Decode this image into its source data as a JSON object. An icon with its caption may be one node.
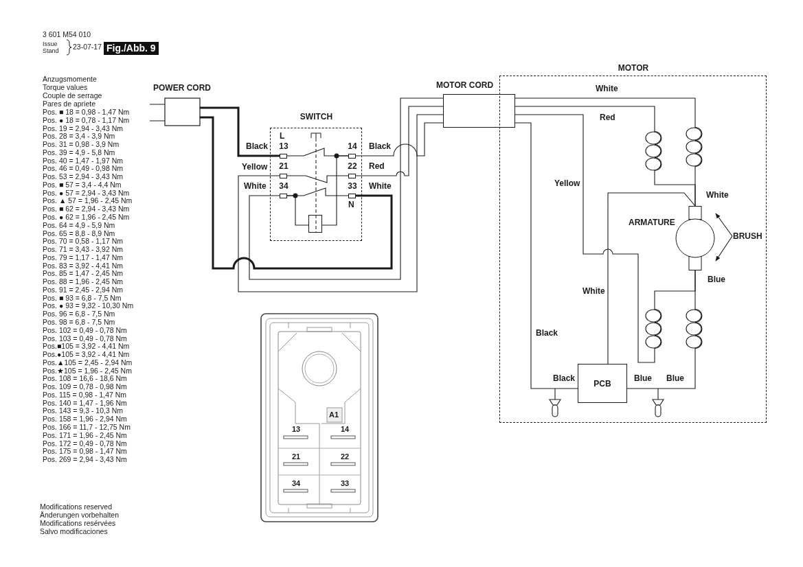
{
  "diagram": {
    "nodes": [
      {
        "text": [
          "POWER CORD"
        ]
      },
      {
        "text": [
          "SWITCH"
        ]
      },
      {
        "text": [
          "13"
        ],
        "in": 1,
        "beside": [
          "L"
        ]
      },
      {
        "text": [
          "21"
        ],
        "in": 1
      },
      {
        "text": [
          "34"
        ],
        "in": 1
      },
      {
        "text": [
          "14"
        ],
        "in": 1
      },
      {
        "text": [
          "22"
        ],
        "in": 1
      },
      {
        "text": [
          "33"
        ],
        "in": 1,
        "beside": [
          "N"
        ]
      },
      {
        "text": [],
        "shape": "box",
        "in": 1
      },
      {
        "text": [
          "MOTOR CORD"
        ]
      },
      {
        "text": [
          "MOTOR"
        ]
      },
      {
        "text": [],
        "shape": "coil",
        "in": 10
      },
      {
        "text": [],
        "shape": "coil",
        "in": 10
      },
      {
        "text": [
          "ARMATURE"
        ],
        "in": 10
      },
      {
        "text": [
          "BRUSH"
        ],
        "in": 10
      },
      {
        "text": [],
        "shape": "coil",
        "in": 10
      },
      {
        "text": [],
        "shape": "coil",
        "in": 10
      },
      {
        "text": [
          "PCB"
        ],
        "in": 10
      },
      {
        "text": [],
        "shape": "plug",
        "in": 10
      },
      {
        "text": [],
        "shape": "plug",
        "in": 10
      }
    ],
    "edges": [
      {
        "from": 0,
        "to": 2,
        "arrow": "none",
        "label": "Black",
        "style": "thick"
      },
      {
        "from": 0,
        "to": 7,
        "arrow": "none",
        "label": "White",
        "style": "thick"
      },
      {
        "from": 2,
        "to": 5,
        "arrow": "none"
      },
      {
        "from": 3,
        "to": 6,
        "arrow": "none"
      },
      {
        "from": 4,
        "to": 7,
        "arrow": "none"
      },
      {
        "from": 4,
        "to": 8,
        "arrow": "none"
      },
      {
        "from": 8,
        "to": 5,
        "arrow": "none"
      },
      {
        "from": 5,
        "to": 9,
        "arrow": "none",
        "label": "Black"
      },
      {
        "from": 6,
        "to": 9,
        "arrow": "none",
        "label": "Red"
      },
      {
        "from": 3,
        "to": 9,
        "arrow": "none",
        "label": "Yellow"
      },
      {
        "from": 4,
        "to": 9,
        "arrow": "none",
        "label": "White"
      },
      {
        "from": 9,
        "to": 12,
        "arrow": "none",
        "label": "White"
      },
      {
        "from": 9,
        "to": 11,
        "arrow": "none",
        "label": "Red"
      },
      {
        "from": 9,
        "to": 15,
        "arrow": "none",
        "label": "Yellow"
      },
      {
        "from": 9,
        "to": 18,
        "arrow": "none",
        "label": "Black"
      },
      {
        "from": 11,
        "to": 13,
        "arrow": "none"
      },
      {
        "from": 12,
        "to": 13,
        "arrow": "none",
        "label": "White"
      },
      {
        "from": 17,
        "to": 13,
        "arrow": "none",
        "label": "White"
      },
      {
        "from": 13,
        "to": 15,
        "arrow": "none",
        "label": "Blue"
      },
      {
        "from": 13,
        "to": 16,
        "arrow": "none"
      },
      {
        "from": 16,
        "to": 19,
        "arrow": "none",
        "label": "Blue"
      },
      {
        "from": 17,
        "to": 19,
        "arrow": "none",
        "label": "Blue"
      },
      {
        "from": 17,
        "to": 18,
        "arrow": "none",
        "label": "Black"
      },
      {
        "from": 14,
        "to": 13,
        "arrow": "to"
      },
      {
        "from": 14,
        "to": 13,
        "arrow": "to"
      }
    ],
    "labels": [
      "3 601 M54 010",
      "Issue",
      "Stand",
      "23-07-17",
      "Fig./Abb. 9",
      "Anzugsmomente",
      "Torque values",
      "Couple de serrage",
      "Pares de apriete",
      "Pos. ■ 18 = 0,98 - 1,47 Nm",
      "Pos. ● 18 = 0,78 - 1,17 Nm",
      "Pos. 19 = 2,94 - 3,43 Nm",
      "Pos. 28 = 3,4 - 3,9 Nm",
      "Pos. 31 = 0,98 - 3,9 Nm",
      "Pos. 39 = 4,9 - 5,8 Nm",
      "Pos. 40 = 1,47 - 1,97 Nm",
      "Pos. 46 = 0,49 - 0,98 Nm",
      "Pos. 53 = 2,94 - 3,43 Nm",
      "Pos. ■ 57 = 3,4 - 4,4 Nm",
      "Pos. ● 57 = 2,94 - 3,43 Nm",
      "Pos. ▲ 57 = 1,96 - 2,45 Nm",
      "Pos. ■ 62 = 2,94 - 3,43 Nm",
      "Pos. ● 62 = 1,96 - 2,45 Nm",
      "Pos. 64 = 4,9 - 5,9 Nm",
      "Pos. 65 = 8,8 - 8,9 Nm",
      "Pos. 70 = 0,58 - 1,17 Nm",
      "Pos. 71 = 3,43 - 3,92 Nm",
      "Pos. 79 = 1,17 - 1,47 Nm",
      "Pos. 83 = 3,92 - 4,41 Nm",
      "Pos. 85 = 1,47 - 2,45 Nm",
      "Pos. 88 = 1,96 - 2,45 Nm",
      "Pos. 91 = 2,45 - 2,94 Nm",
      "Pos. ■ 93 = 6,8 - 7,5 Nm",
      "Pos. ● 93 = 9,32 - 10,30 Nm",
      "Pos. 96 = 6,8 - 7,5 Nm",
      "Pos. 98 = 6,8 - 7,5 Nm",
      "Pos. 102 = 0,49 - 0,78 Nm",
      "Pos. 103 = 0,49 - 0,78 Nm",
      "Pos.■105 = 3,92 - 4,41 Nm",
      "Pos.●105 = 3,92 - 4,41 Nm",
      "Pos.▲105 = 2,45 - 2,94 Nm",
      "Pos.★105 = 1,96 - 2,45 Nm",
      "Pos. 108 = 16,6 - 18,6 Nm",
      "Pos. 109 = 0,78 - 0,98 Nm",
      "Pos. 115 = 0,98 - 1,47 Nm",
      "Pos. 140 = 1,47 - 1,96 Nm",
      "Pos. 143 = 9,3 - 10,3 Nm",
      "Pos. 158 = 1,96 - 2,94 Nm",
      "Pos. 166 = 11,7 - 12,75 Nm",
      "Pos. 171 = 1,96 - 2,45 Nm",
      "Pos. 172 = 0,49 - 0,78 Nm",
      "Pos. 175 = 0,98 - 1,47 Nm",
      "Pos. 269 = 2,94 - 3,43 Nm",
      "A1",
      "13",
      "14",
      "21",
      "22",
      "34",
      "33",
      "Modifications reserved",
      "Änderungen vorbehalten",
      "Modifications resérvées",
      "Salvo modificaciones"
    ]
  }
}
